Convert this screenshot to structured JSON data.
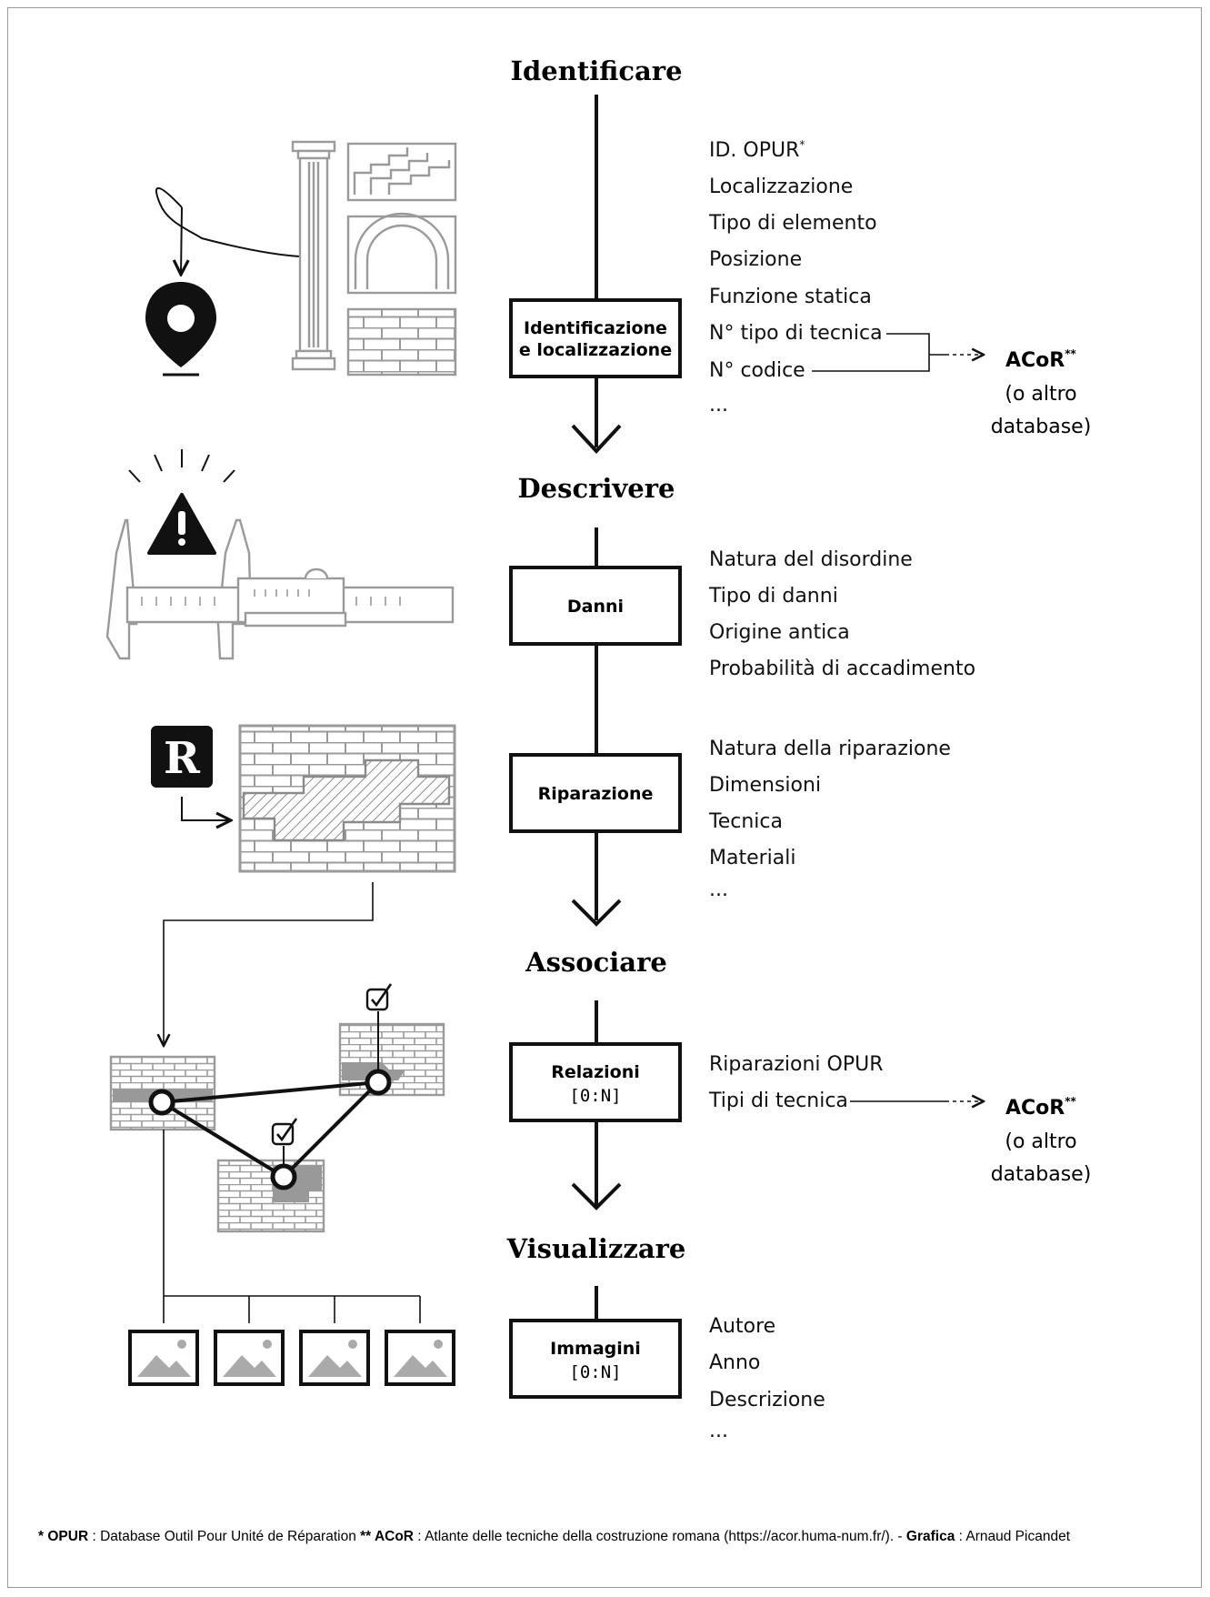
{
  "steps": {
    "identify": "Identificare",
    "describe": "Descrivere",
    "associate": "Associare",
    "visualize": "Visualizzare"
  },
  "boxes": {
    "identification_l1": "Identificazione",
    "identification_l2": "e localizzazione",
    "damage": "Danni",
    "repair": "Riparazione",
    "relations": "Relazioni",
    "relations_card": "[0:N]",
    "images": "Immagini",
    "images_card": "[0:N]"
  },
  "fields": {
    "identification": [
      "ID. OPUR",
      "Localizzazione",
      "Tipo di elemento",
      "Posizione",
      "Funzione statica",
      "N° tipo di tecnica",
      "N° codice",
      "..."
    ],
    "damage": [
      "Natura del disordine",
      "Tipo di danni",
      "Origine antica",
      "Probabilità di accadimento"
    ],
    "repair": [
      "Natura della riparazione",
      "Dimensioni",
      "Tecnica",
      "Materiali",
      "..."
    ],
    "relations": [
      "Riparazioni OPUR",
      "Tipi di tecnica"
    ],
    "images": [
      "Autore",
      "Anno",
      "Descrizione",
      "..."
    ]
  },
  "markers": {
    "single": "*",
    "double": "**"
  },
  "external_refs": [
    {
      "name": "ACoR",
      "line2": "(o altro",
      "line3": "database)"
    },
    {
      "name": "ACoR",
      "line2": "(o altro",
      "line3": "database)"
    }
  ],
  "icons": {
    "repair_badge": "R"
  },
  "footer": {
    "star1": "*",
    "opur_key": "OPUR",
    "opur_text": " : Database Outil Pour Unité de Réparation ",
    "star2": "**",
    "acor_key": " ACoR",
    "acor_text": " : Atlante delle tecniche della costruzione romana (https://acor.huma-num.fr/).  - ",
    "grafica_key": "Grafica",
    "grafica_text": " : Arnaud Picandet"
  }
}
